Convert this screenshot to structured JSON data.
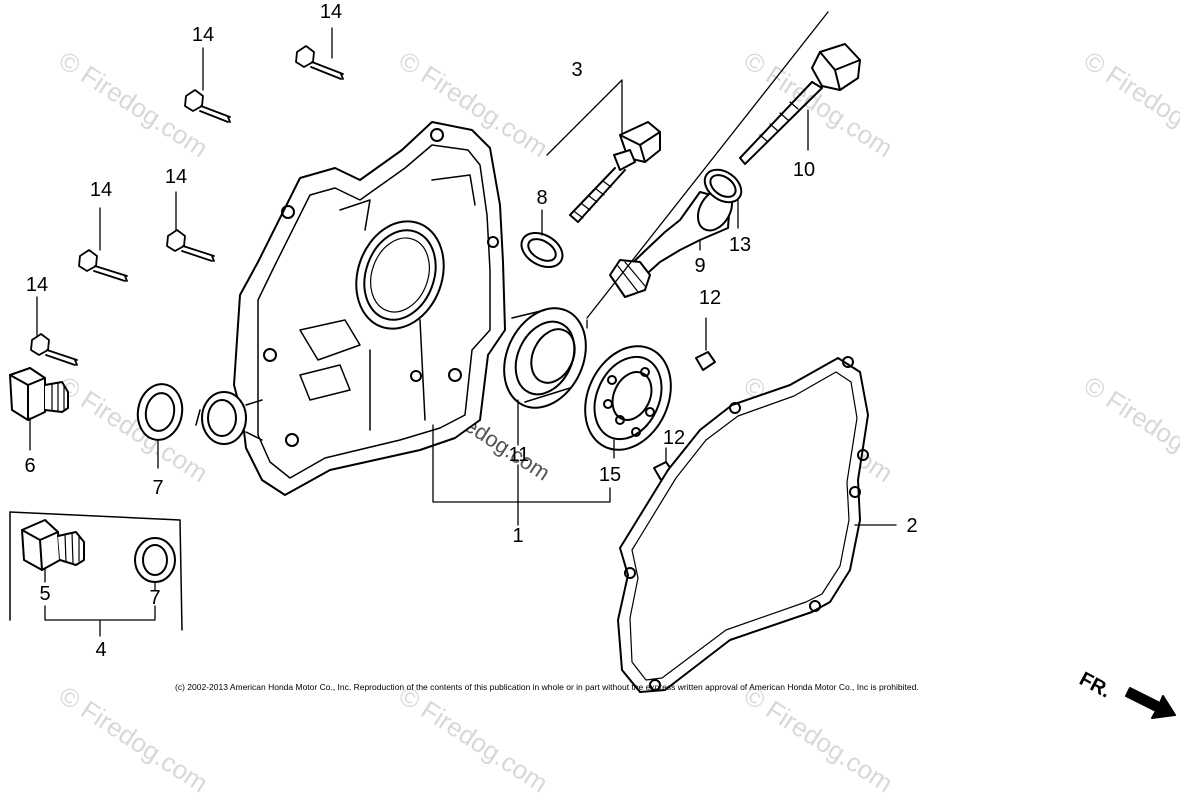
{
  "labels": {
    "l1": "1",
    "l2": "2",
    "l3": "3",
    "l4": "4",
    "l5": "5",
    "l6": "6",
    "l7a": "7",
    "l7b": "7",
    "l8": "8",
    "l9": "9",
    "l10": "10",
    "l11": "11",
    "l12a": "12",
    "l12b": "12",
    "l13": "13",
    "l14a": "14",
    "l14b": "14",
    "l14c": "14",
    "l14d": "14",
    "l14e": "14",
    "l15": "15"
  },
  "watermark": "© Firedog.com",
  "watermark_mid": "Firedog.com",
  "copyright": "(c) 2002-2013 American Honda Motor Co., Inc. Reproduction of the contents of this publication in whole or in part without the express written approval of American Honda Motor Co., Inc is prohibited.",
  "direction": "FR."
}
